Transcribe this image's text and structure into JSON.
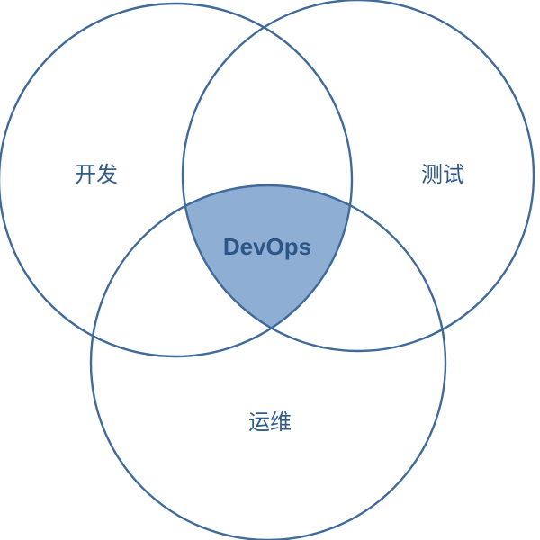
{
  "diagram": {
    "sets": [
      {
        "label": "开发"
      },
      {
        "label": "测试"
      },
      {
        "label": "运维"
      }
    ],
    "intersection_label": "DevOps",
    "colors": {
      "stroke": "#3f6a9a",
      "intersection_fill": "#8eaed3",
      "label_text": "#2f5a8a",
      "center_text": "#2c5688"
    }
  }
}
